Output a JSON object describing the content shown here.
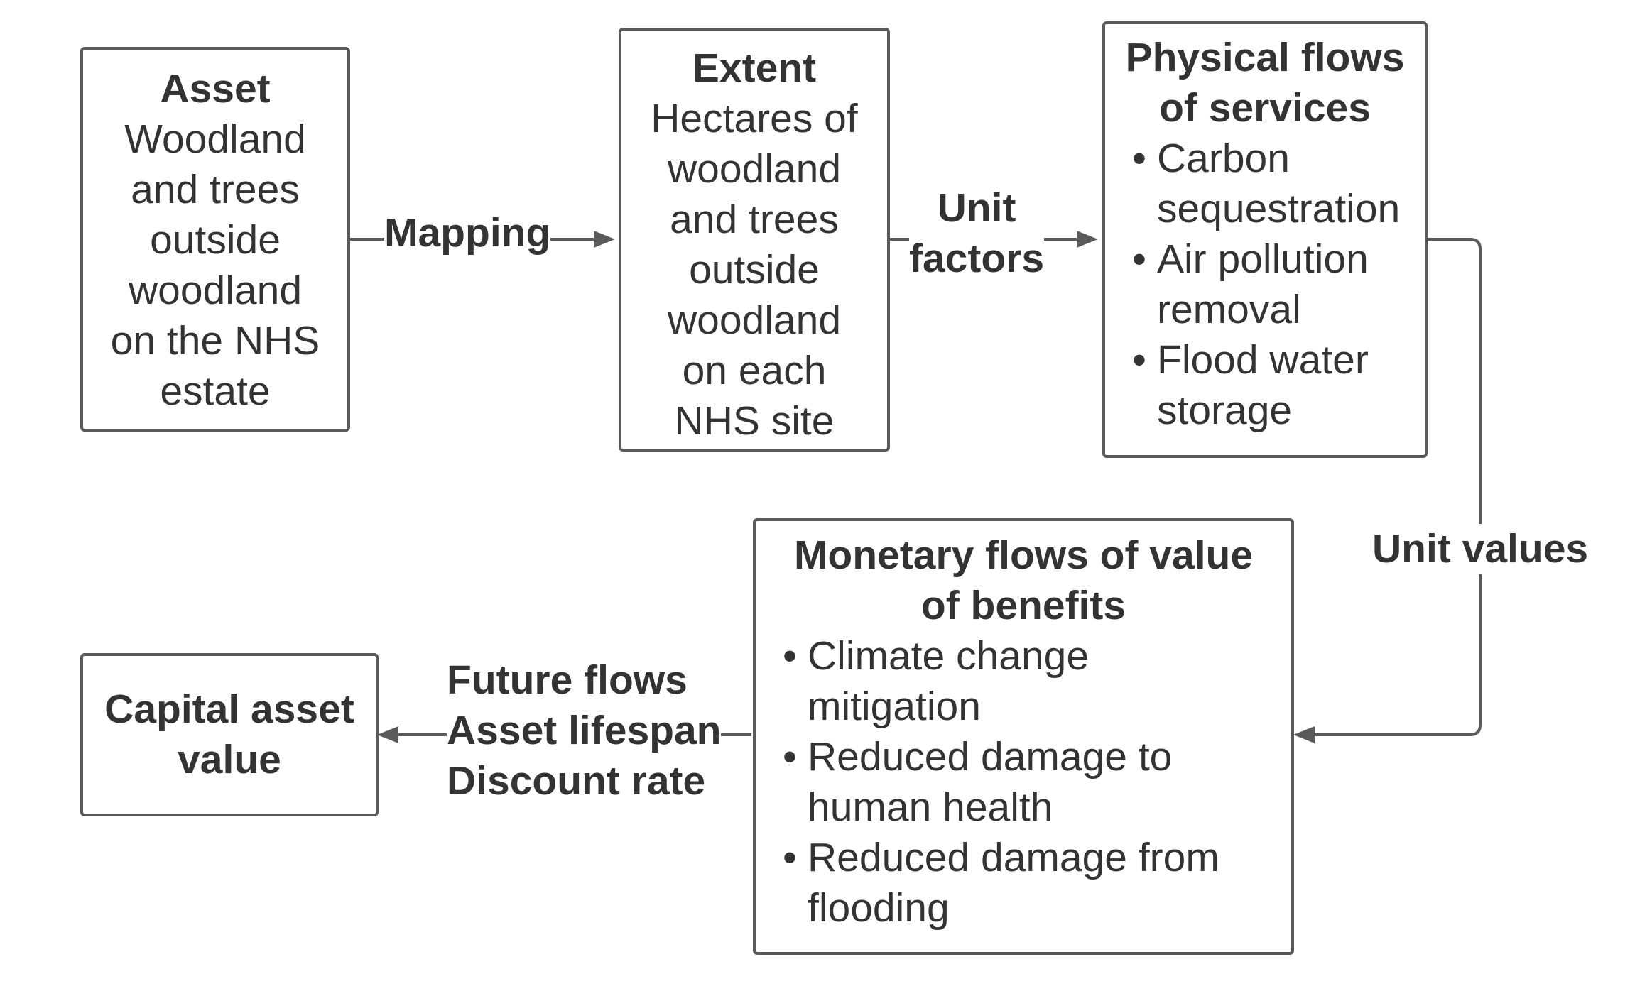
{
  "diagram": {
    "asset": {
      "title": "Asset",
      "body": [
        "Woodland",
        "and trees",
        "outside",
        "woodland",
        "on the NHS",
        "estate"
      ]
    },
    "extent": {
      "title": "Extent",
      "body": [
        "Hectares of",
        "woodland",
        "and trees",
        "outside",
        "woodland",
        "on each",
        "NHS site"
      ]
    },
    "physical": {
      "title": [
        "Physical flows",
        "of services"
      ],
      "bullets": [
        [
          "Carbon",
          "sequestration"
        ],
        [
          "Air pollution",
          "removal"
        ],
        [
          "Flood water",
          "storage"
        ]
      ]
    },
    "monetary": {
      "title": [
        "Monetary flows of value",
        "of benefits"
      ],
      "bullets": [
        [
          "Climate change",
          "mitigation"
        ],
        [
          "Reduced damage to",
          "human health"
        ],
        [
          "Reduced damage from",
          "flooding"
        ]
      ]
    },
    "capital": {
      "title": [
        "Capital asset",
        "value"
      ]
    },
    "connectors": {
      "mapping": "Mapping",
      "unit_factors": [
        "Unit",
        "factors"
      ],
      "unit_values": "Unit values",
      "future": [
        "Future flows",
        "Asset lifespan",
        "Discount rate"
      ]
    },
    "colors": {
      "stroke": "#5a5a5a",
      "text": "#333333",
      "background": "#ffffff"
    }
  }
}
